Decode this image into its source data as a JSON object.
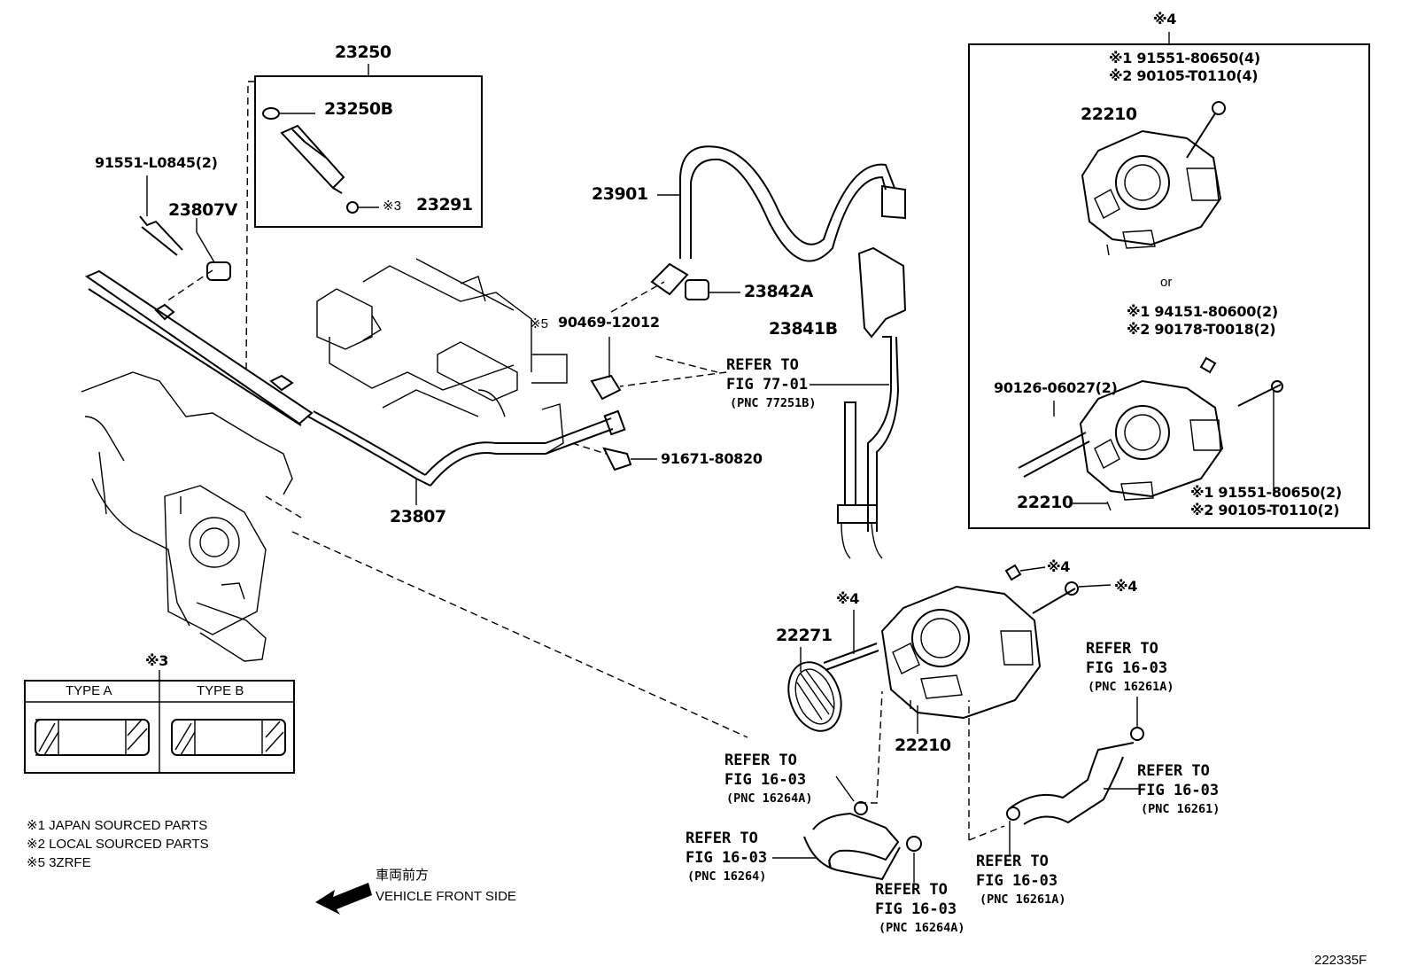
{
  "parts": {
    "p23250": "23250",
    "p23250B": "23250B",
    "p23291": "23291",
    "p23291_prefix": "※3",
    "p91551_L0845": "91551-L0845(2)",
    "p23807V": "23807V",
    "p23807": "23807",
    "p23901": "23901",
    "p23842A": "23842A",
    "p23841B": "23841B",
    "p90469": "90469-12012",
    "p90469_prefix": "※5",
    "p91671": "91671-80820",
    "p22271": "22271",
    "p22210_main": "22210",
    "p22210_box_top": "22210",
    "p22210_box_bottom": "22210",
    "p90126": "90126-06027(2)"
  },
  "box4": {
    "mark": "※4",
    "top_line1": "※1  91551-80650(4)",
    "top_line2": "※2  90105-T0110(4)",
    "or_text": "or",
    "mid_line1": "※1  94151-80600(2)",
    "mid_line2": "※2  90178-T0018(2)",
    "bot_line1": "※1  91551-80650(2)",
    "bot_line2": "※2  90105-T0110(2)"
  },
  "marks": {
    "m4_bolt": "※4",
    "m4_nut": "※4",
    "m4_stud": "※4"
  },
  "refs": {
    "r77": {
      "line1": "REFER TO",
      "line2": "FIG 77-01",
      "pnc": "(PNC 77251B)"
    },
    "r16261A_top": {
      "line1": "REFER TO",
      "line2": "FIG 16-03",
      "pnc": "(PNC 16261A)"
    },
    "r16264A_left": {
      "line1": "REFER TO",
      "line2": "FIG 16-03",
      "pnc": "(PNC 16264A)"
    },
    "r16261_right": {
      "line1": "REFER TO",
      "line2": "FIG 16-03",
      "pnc": "(PNC 16261)"
    },
    "r16264": {
      "line1": "REFER TO",
      "line2": "FIG 16-03",
      "pnc": "(PNC 16264)"
    },
    "r16264A_bottom": {
      "line1": "REFER TO",
      "line2": "FIG 16-03",
      "pnc": "(PNC 16264A)"
    },
    "r16261A_bottom": {
      "line1": "REFER TO",
      "line2": "FIG 16-03",
      "pnc": "(PNC 16261A)"
    }
  },
  "type_table": {
    "mark": "※3",
    "type_a": "TYPE A",
    "type_b": "TYPE B"
  },
  "notes": {
    "n1": "※1 JAPAN SOURCED PARTS",
    "n2": "※2 LOCAL SOURCED PARTS",
    "n5": "※5 3ZRFE"
  },
  "direction": {
    "jp": "車両前方",
    "en": "VEHICLE FRONT SIDE"
  },
  "figure_id": "222335F"
}
